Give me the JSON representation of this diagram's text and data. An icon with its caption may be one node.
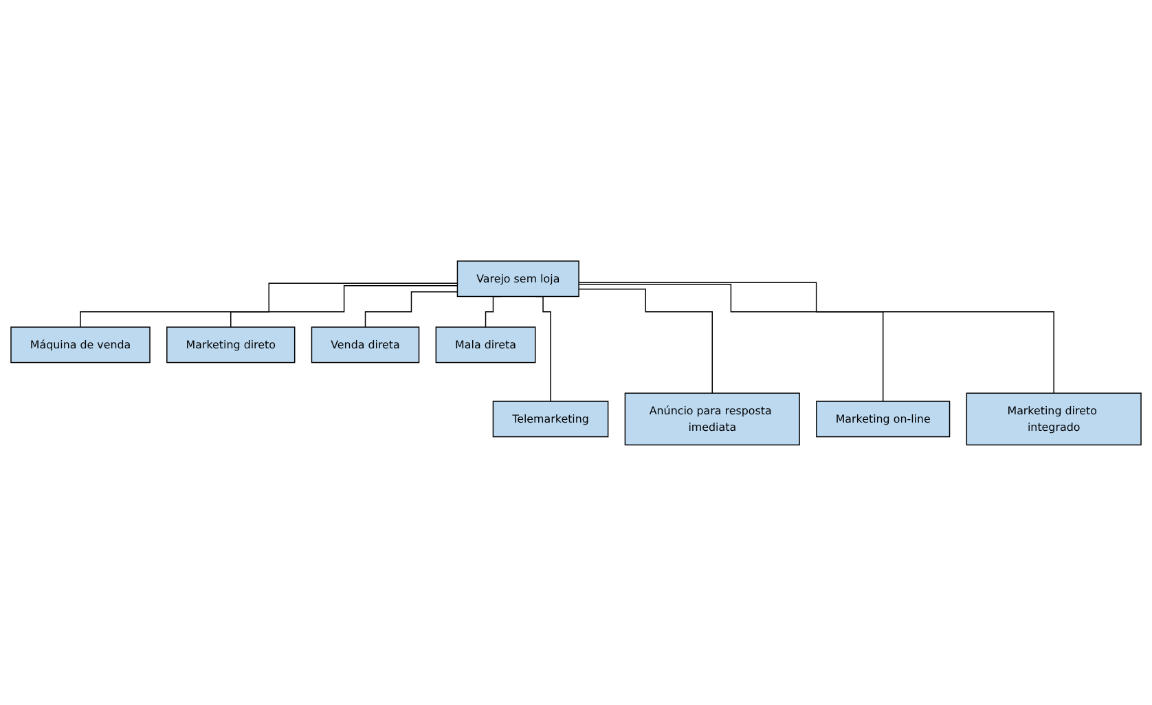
{
  "diagram": {
    "nodes": [
      {
        "text": [
          "Varejo sem loja"
        ]
      },
      {
        "text": [
          "Máquina de venda"
        ]
      },
      {
        "text": [
          "Marketing direto"
        ]
      },
      {
        "text": [
          "Venda direta"
        ]
      },
      {
        "text": [
          "Mala direta"
        ]
      },
      {
        "text": [
          "Telemarketing"
        ]
      },
      {
        "text": [
          "Anúncio para resposta imediata"
        ]
      },
      {
        "text": [
          "Marketing on-line"
        ]
      },
      {
        "text": [
          "Marketing direto integrado"
        ]
      }
    ],
    "edges": [
      {
        "from": 0,
        "to": 1,
        "arrow": "none"
      },
      {
        "from": 0,
        "to": 2,
        "arrow": "none"
      },
      {
        "from": 0,
        "to": 3,
        "arrow": "none"
      },
      {
        "from": 0,
        "to": 4,
        "arrow": "none"
      },
      {
        "from": 0,
        "to": 5,
        "arrow": "none"
      },
      {
        "from": 0,
        "to": 6,
        "arrow": "none"
      },
      {
        "from": 0,
        "to": 7,
        "arrow": "none"
      },
      {
        "from": 0,
        "to": 8,
        "arrow": "none"
      }
    ]
  }
}
